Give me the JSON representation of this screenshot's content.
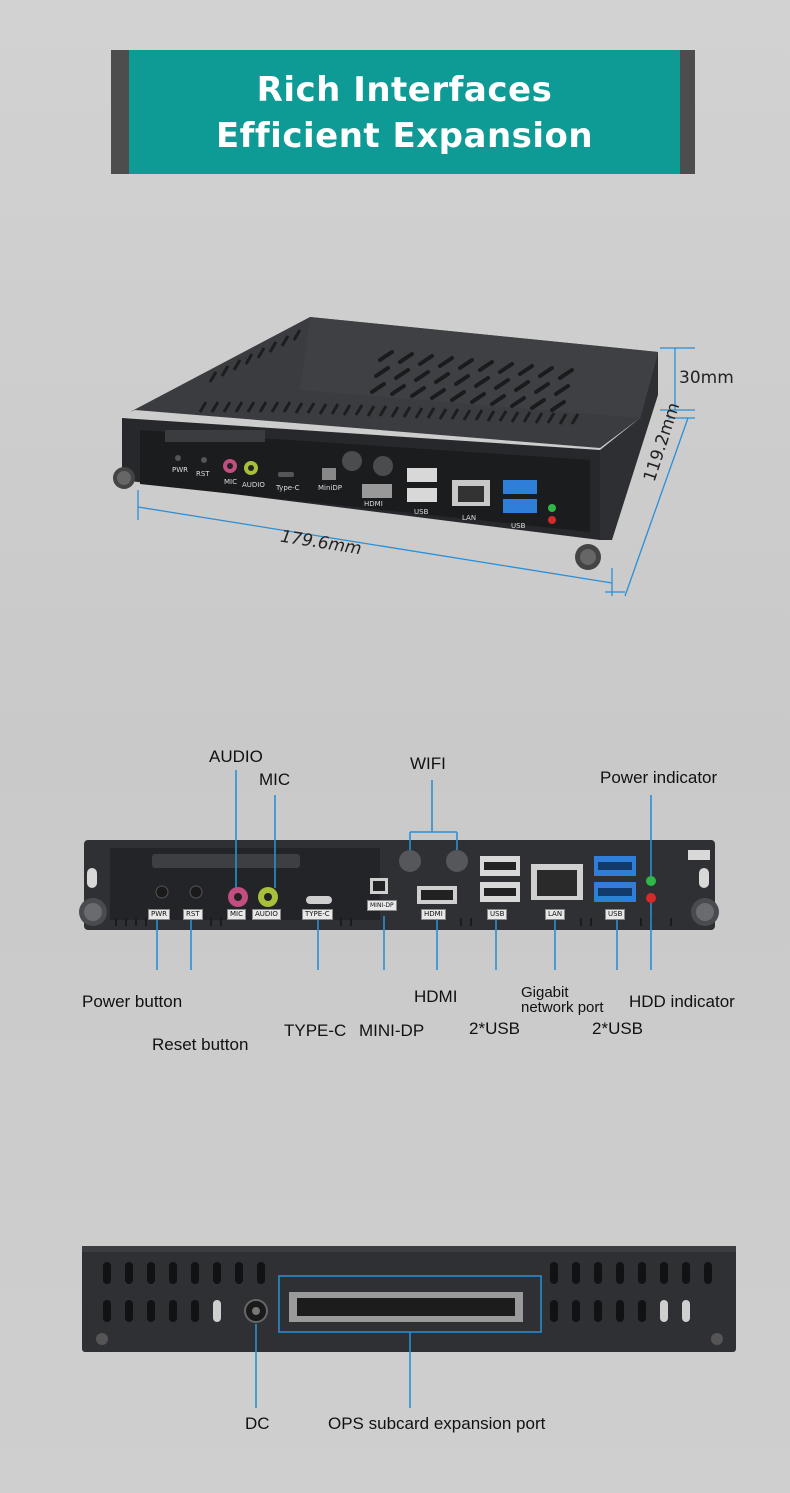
{
  "banner": {
    "line1": "Rich Interfaces",
    "line2": "Efficient Expansion"
  },
  "dimensions": {
    "height": "30mm",
    "depth": "119.2mm",
    "width": "179.6mm"
  },
  "device_port_text": {
    "pwr": "PWR",
    "rst": "RST",
    "mic": "MIC",
    "audio": "AUDIO",
    "typec": "Type-C",
    "minidp": "MiniDP",
    "hdmi": "HDMI",
    "usb1": "USB",
    "lan": "LAN",
    "usb2": "USB"
  },
  "front_panel_tags": {
    "pwr": "PWR",
    "rst": "RST",
    "mic": "MIC",
    "audio": "AUDIO",
    "typec": "TYPE-C",
    "minidp": "MINI-DP",
    "hdmi": "HDMI",
    "usb1": "USB",
    "lan": "LAN",
    "usb2": "USB"
  },
  "front_labels": {
    "audio": "AUDIO",
    "mic": "MIC",
    "wifi": "WIFI",
    "power_indicator": "Power indicator",
    "power_button": "Power button",
    "reset_button": "Reset button",
    "type_c": "TYPE-C",
    "mini_dp": "MINI-DP",
    "hdmi": "HDMI",
    "usb_a": "2*USB",
    "gigabit_line1": "Gigabit",
    "gigabit_line2": "network port",
    "usb_b": "2*USB",
    "hdd_indicator": "HDD indicator"
  },
  "back_labels": {
    "dc": "DC",
    "ops": "OPS subcard expansion port"
  },
  "colors": {
    "banner_bg": "#0e9a95",
    "banner_shadow": "#4d4d4d",
    "leader_line": "#2a8fd6",
    "chassis": "#2e3033"
  }
}
